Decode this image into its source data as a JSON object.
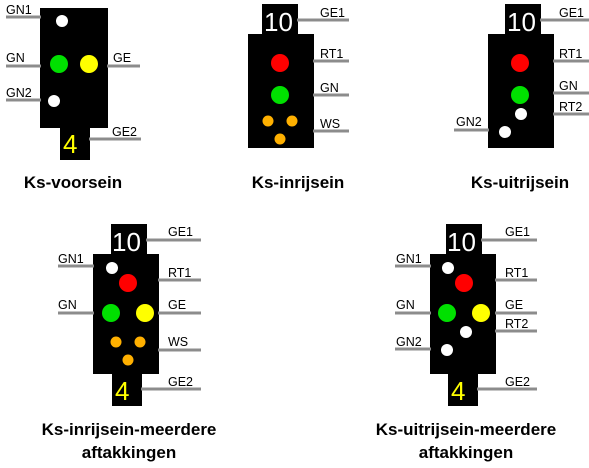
{
  "colors": {
    "housing": "#000000",
    "wire": "#8c8c8c",
    "red": "#ff0000",
    "green": "#00e000",
    "yellow": "#ffff00",
    "white": "#ffffff",
    "orange": "#ffb000",
    "digit_on_black": "#ffffff",
    "digit_on_bottom": "#ffff00"
  },
  "signals": {
    "voorsein": {
      "caption": "Ks-voorsein",
      "digit_bottom": "4",
      "pins": {
        "gn1": "GN1",
        "gn": "GN",
        "ge": "GE",
        "gn2": "GN2",
        "ge2": "GE2"
      }
    },
    "inrijsein": {
      "caption": "Ks-inrijsein",
      "digit_top": "10",
      "pins": {
        "ge1": "GE1",
        "rt1": "RT1",
        "gn": "GN",
        "ws": "WS"
      }
    },
    "uitrijsein": {
      "caption": "Ks-uitrijsein",
      "digit_top": "10",
      "pins": {
        "ge1": "GE1",
        "rt1": "RT1",
        "gn": "GN",
        "rt2": "RT2",
        "gn2": "GN2"
      }
    },
    "inrijsein_meerdere": {
      "caption_line1": "Ks-inrijsein-meerdere",
      "caption_line2": "aftakkingen",
      "digit_top": "10",
      "digit_bottom": "4",
      "pins": {
        "ge1": "GE1",
        "gn1": "GN1",
        "rt1": "RT1",
        "gn": "GN",
        "ge": "GE",
        "ws": "WS",
        "ge2": "GE2"
      }
    },
    "uitrijsein_meerdere": {
      "caption_line1": "Ks-uitrijsein-meerdere",
      "caption_line2": "aftakkingen",
      "digit_top": "10",
      "digit_bottom": "4",
      "pins": {
        "ge1": "GE1",
        "gn1": "GN1",
        "rt1": "RT1",
        "gn": "GN",
        "ge": "GE",
        "rt2": "RT2",
        "gn2": "GN2",
        "ge2": "GE2"
      }
    }
  }
}
